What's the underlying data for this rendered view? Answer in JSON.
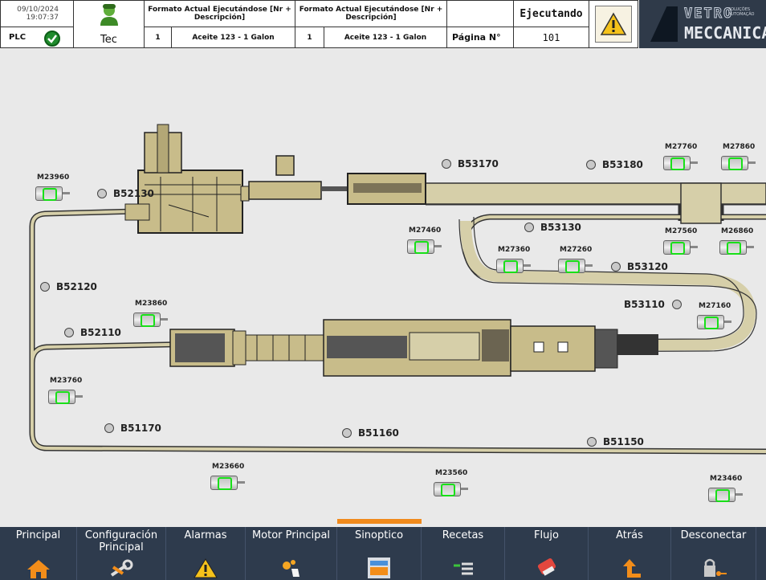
{
  "header": {
    "date": "09/10/2024",
    "time": "19:07:37",
    "plc_label": "PLC",
    "user": "Tec",
    "format1_title": "Formato Actual Ejecutándose [Nr + Descripción]",
    "format1_nr": "1",
    "format1_desc": "Aceite 123 - 1 Galon",
    "format2_title": "Formato Actual Ejecutándose [Nr + Descripción]",
    "format2_nr": "1",
    "format2_desc": "Aceite 123 - 1 Galon",
    "status": "Ejecutando",
    "page_label": "Página N°",
    "page_number": "101",
    "logo_top": "VETRO",
    "logo_bottom": "MECCANICA",
    "logo_tag": "SOLUÇÕES AUTOMAÇÃO"
  },
  "colors": {
    "nav_bg": "#2e3b4d",
    "selected_tab": "#f08a1c",
    "motor_ok": "#18e018",
    "equipment": "#c8bc8a",
    "logo_bg": "#2f3a49"
  },
  "sensors": [
    {
      "label": "B52130"
    },
    {
      "label": "B53170"
    },
    {
      "label": "B53180"
    },
    {
      "label": "B53130"
    },
    {
      "label": "B53120"
    },
    {
      "label": "B53110"
    },
    {
      "label": "B52120"
    },
    {
      "label": "B52110"
    },
    {
      "label": "B51170"
    },
    {
      "label": "B51160"
    },
    {
      "label": "B51150"
    }
  ],
  "motors": [
    {
      "label": "M23960"
    },
    {
      "label": "M27760"
    },
    {
      "label": "M27860"
    },
    {
      "label": "M27460"
    },
    {
      "label": "M27360"
    },
    {
      "label": "M27260"
    },
    {
      "label": "M27560"
    },
    {
      "label": "M26860"
    },
    {
      "label": "M23860"
    },
    {
      "label": "M27160"
    },
    {
      "label": "M23760"
    },
    {
      "label": "M23660"
    },
    {
      "label": "M23560"
    },
    {
      "label": "M23460"
    }
  ],
  "nav": [
    {
      "label": "Principal",
      "icon": "home-icon"
    },
    {
      "label": "Configuración Principal",
      "icon": "wrench-icon"
    },
    {
      "label": "Alarmas",
      "icon": "warning-icon"
    },
    {
      "label": "Motor Principal",
      "icon": "gears-hand-icon"
    },
    {
      "label": "Sinoptico",
      "icon": "synoptic-screen-icon"
    },
    {
      "label": "Recetas",
      "icon": "recipe-list-icon"
    },
    {
      "label": "Flujo",
      "icon": "flow-eraser-icon"
    },
    {
      "label": "Atrás",
      "icon": "back-arrow-icon"
    },
    {
      "label": "Desconectar",
      "icon": "lock-key-icon"
    }
  ]
}
